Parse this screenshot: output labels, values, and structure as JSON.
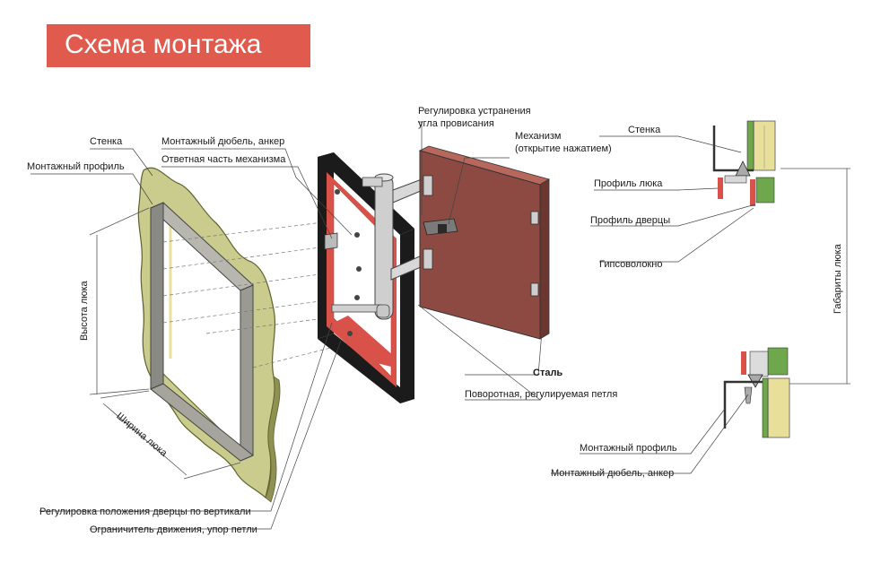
{
  "title": "Схема монтажа",
  "colors": {
    "banner": "#e05a4e",
    "wall": "#c9cc8c",
    "wall_edge": "#5f6130",
    "profile": "#9a9a92",
    "frame_black": "#1b1b1b",
    "frame_red": "#d9524a",
    "door": "#8d4a42",
    "gypsum": "#e8df9a"
  },
  "labels": {
    "wall": "Стенка",
    "mount_profile": "Монтажный профиль",
    "dowel_anchor": "Монтажный дюбель, анкер",
    "mechanism_counterpart": "Ответная часть механизма",
    "sag_adjust_1": "Регулировка устранения",
    "sag_adjust_2": "угла провисания",
    "mechanism_1": "Механизм",
    "mechanism_2": "(открытие нажатием)",
    "hatch_height": "Высота люка",
    "hatch_width": "Ширина люка",
    "steel": "Сталь",
    "hinge": "Поворотная, регулируемая петля",
    "vertical_adjust": "Регулировка положения дверцы по вертикали",
    "motion_limiter": "Ограничитель движения, упор петли"
  },
  "section": {
    "wall": "Стенка",
    "hatch_profile": "Профиль люка",
    "door_profile": "Профиль дверцы",
    "gypsum_fiber": "Гипсоволокно",
    "hatch_dims": "Габариты люка",
    "mount_profile": "Монтажный профиль",
    "dowel_anchor": "Монтажный дюбель, анкер"
  }
}
